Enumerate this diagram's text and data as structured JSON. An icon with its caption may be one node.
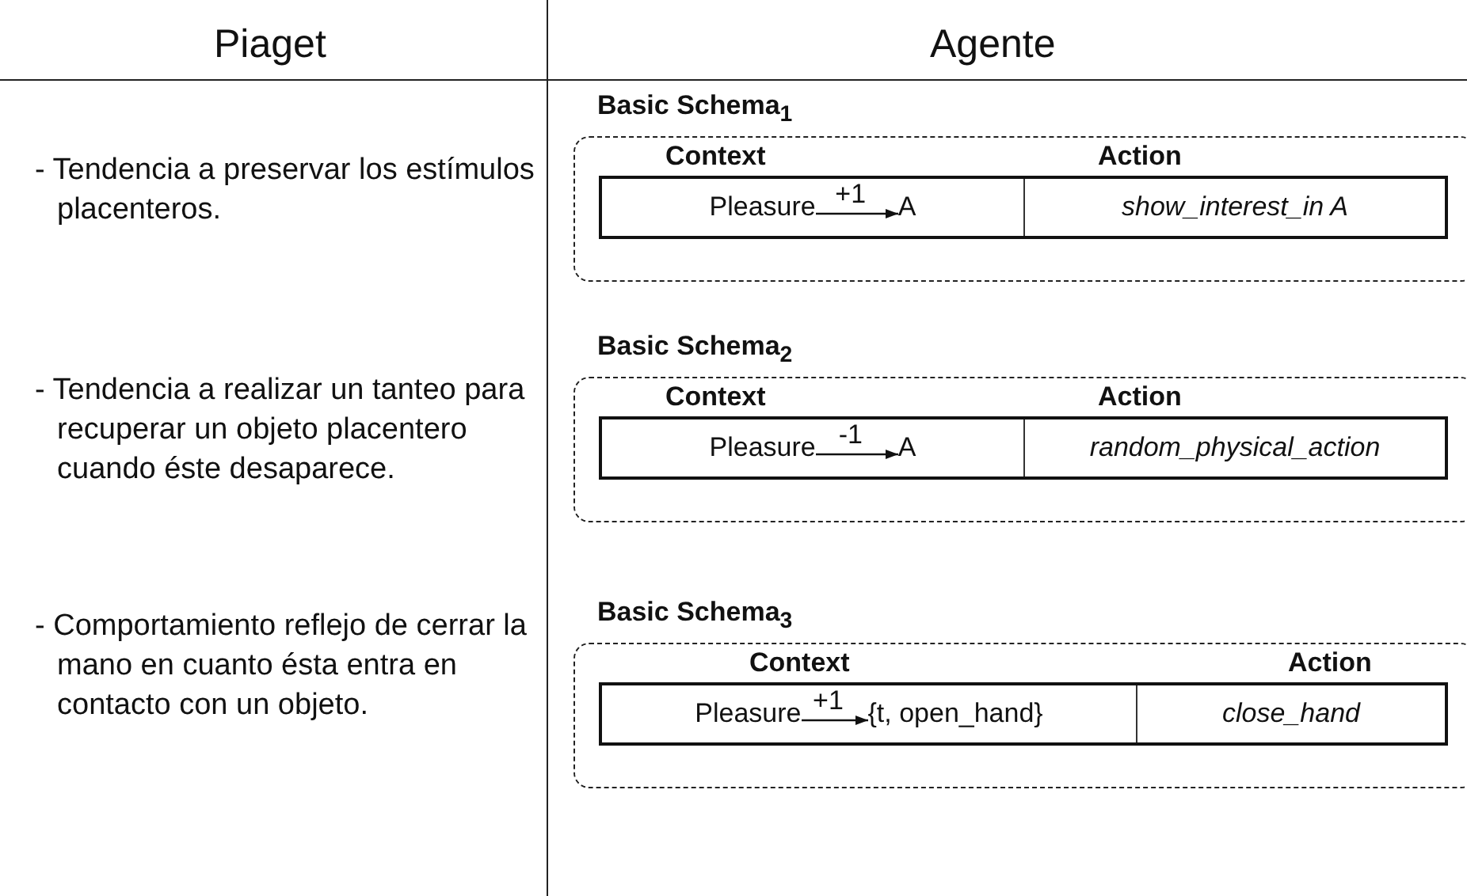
{
  "diagram": {
    "nodes": [
      {
        "text": [
          "Basic Schema$_{1}$",
          "Context",
          "Action"
        ]
      },
      {
        "text": [
          "Pleasure"
        ],
        "in": 0
      },
      {
        "text": [
          "A"
        ],
        "in": 0
      },
      {
        "text": [
          "show_interest_in A"
        ],
        "in": 0
      },
      {
        "text": [
          "Basic Schema$_{2}$",
          "Context",
          "Action"
        ]
      },
      {
        "text": [
          "Pleasure"
        ],
        "in": 4
      },
      {
        "text": [
          "A"
        ],
        "in": 4
      },
      {
        "text": [
          "random_physical_action"
        ],
        "in": 4
      },
      {
        "text": [
          "Basic Schema$_{3}$",
          "Context",
          "Action"
        ]
      },
      {
        "text": [
          "Pleasure"
        ],
        "in": 8
      },
      {
        "text": [
          "{t, open_hand}"
        ],
        "in": 8
      },
      {
        "text": [
          "close_hand"
        ],
        "in": 8
      }
    ],
    "edges": [
      {
        "from": 1,
        "to": 2,
        "arrow": "to",
        "label": "+1"
      },
      {
        "from": 5,
        "to": 6,
        "arrow": "to",
        "label": "-1"
      },
      {
        "from": 9,
        "to": 10,
        "arrow": "to",
        "label": "+1"
      }
    ],
    "labels": [
      "Piaget",
      "Agente",
      "- Tendencia a preservar los estímulos placenteros.",
      "- Tendencia a realizar un tanteo para recuperar un objeto placentero cuando éste desaparece.",
      "- Comportamiento reflejo de cerrar la mano en cuanto ésta entra en contacto con un objeto."
    ]
  }
}
